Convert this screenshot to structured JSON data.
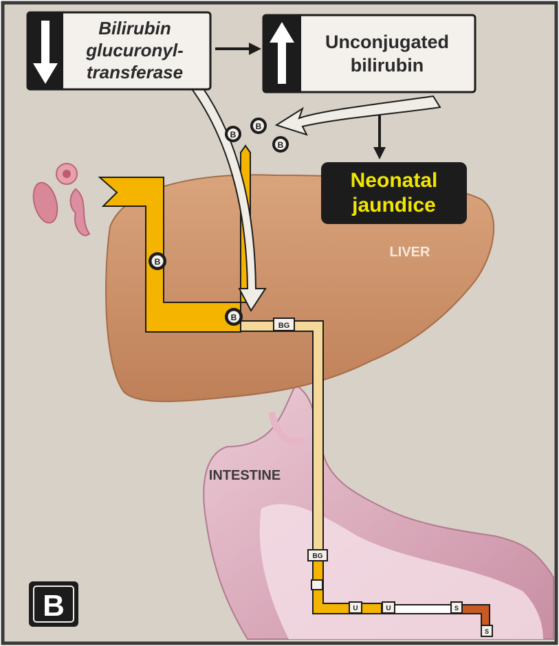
{
  "panel": {
    "label": "B"
  },
  "enzyme_box": {
    "line1": "Bilirubin",
    "line2": "glucuronyl-",
    "line3": "transferase",
    "arrow_direction": "down"
  },
  "bilirubin_box": {
    "line1": "Unconjugated",
    "line2": "bilirubin",
    "arrow_direction": "up"
  },
  "outcome": {
    "line1": "Neonatal",
    "line2": "jaundice"
  },
  "organs": {
    "liver": "LIVER",
    "intestine": "INTESTINE"
  },
  "markers": {
    "bilirubin": "B",
    "conjugated": "BG",
    "urobilinogen": "U",
    "stercobilin": "S"
  },
  "colors": {
    "background": "#d8d1c7",
    "liver": "#cf9a72",
    "liver_shadow": "#b97c55",
    "pathway": "#f4b400",
    "conjugated_path": "#f5d99a",
    "intestine": "#dca5b6",
    "intestine_inner": "#f2dbe2",
    "jaundice_text": "#f2e600",
    "box_fill": "#f4f1ec",
    "dark": "#1c1c1c"
  }
}
